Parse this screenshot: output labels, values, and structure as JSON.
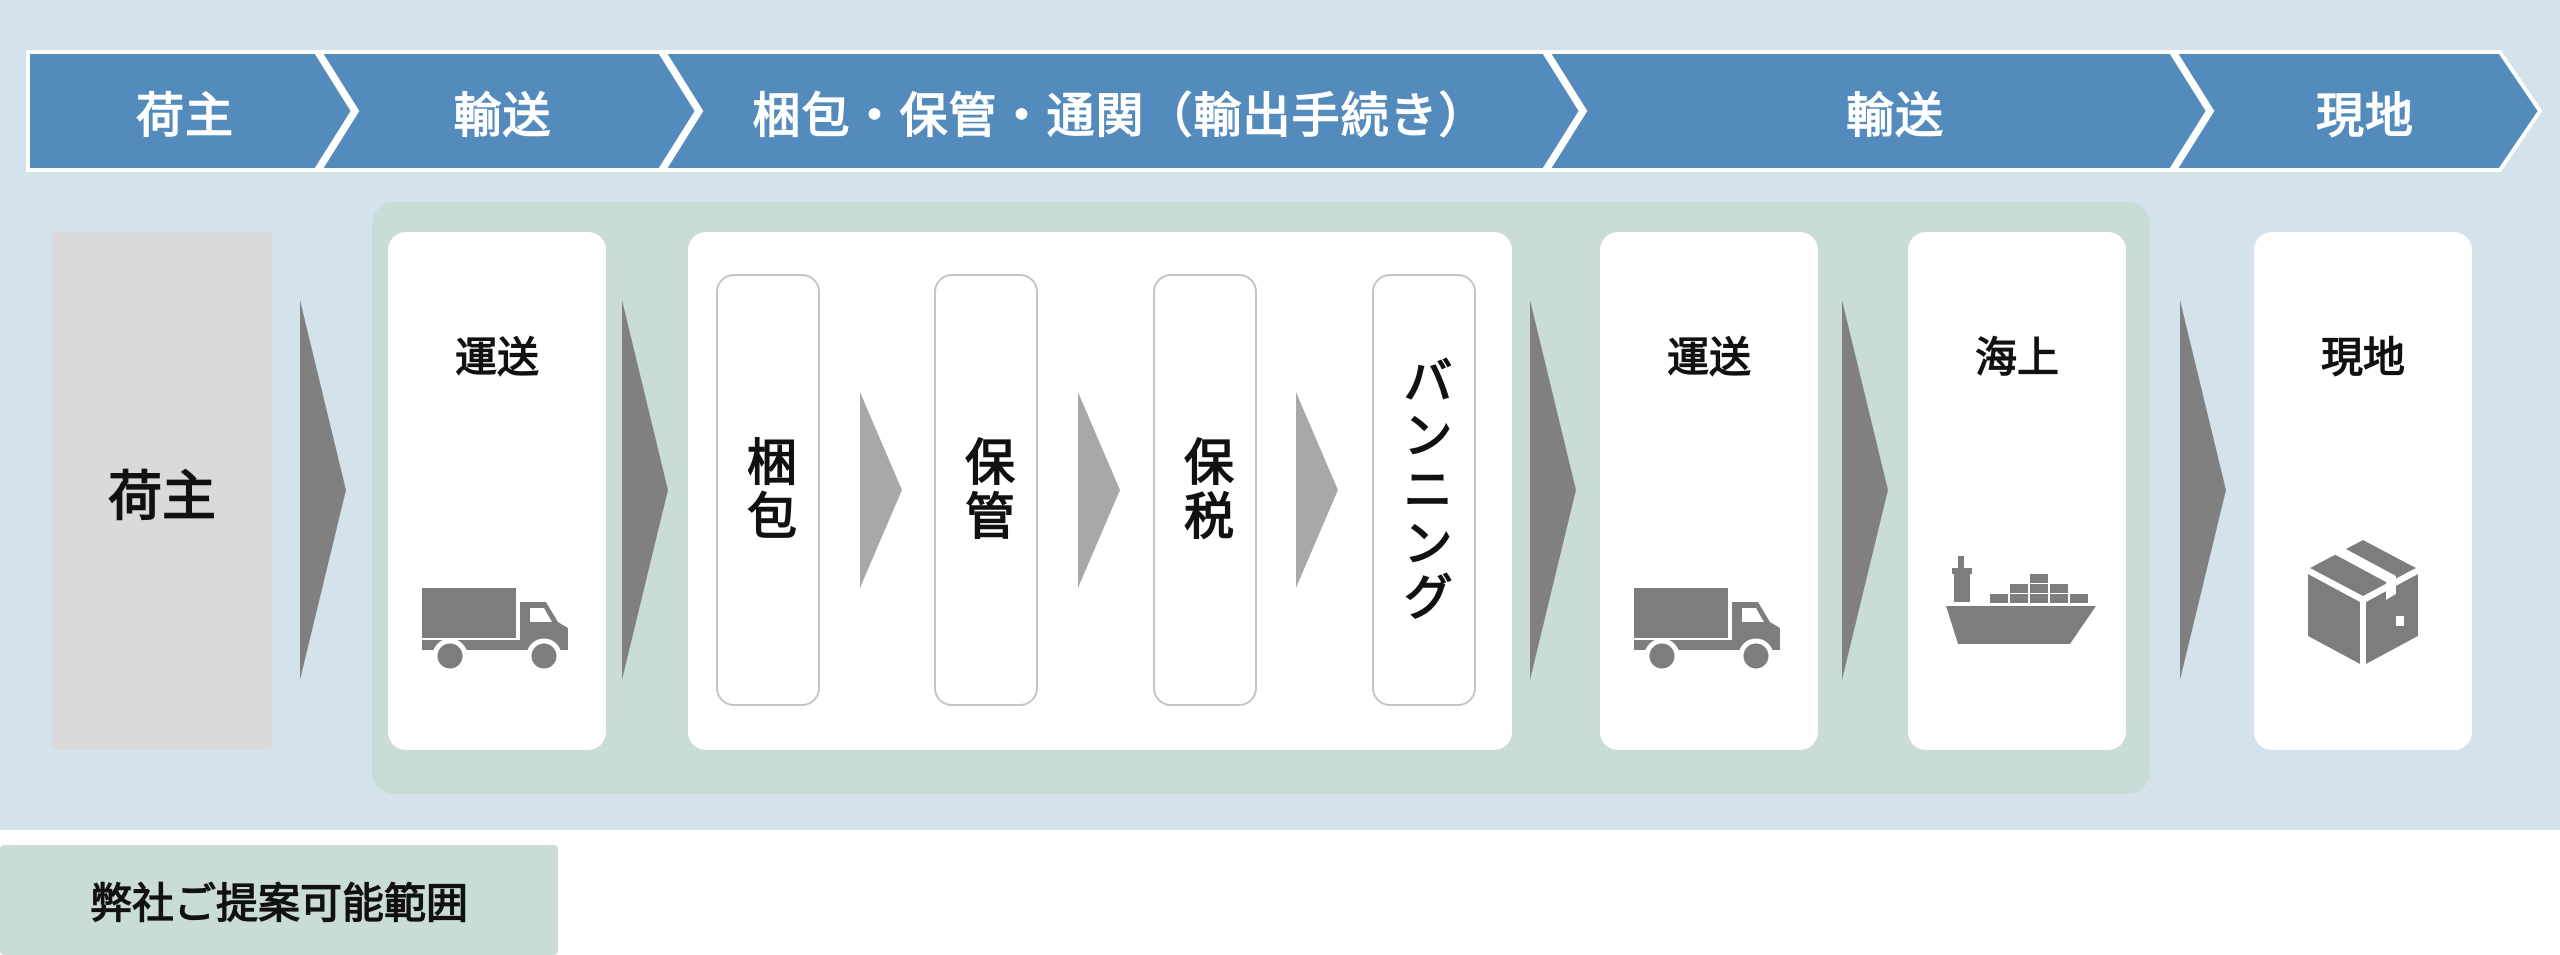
{
  "header": {
    "stages": [
      {
        "label": "荷主"
      },
      {
        "label": "輸送"
      },
      {
        "label": "梱包・保管・通関（輸出手続き）"
      },
      {
        "label": "輸送"
      },
      {
        "label": "現地"
      }
    ]
  },
  "flow": {
    "shipper": {
      "label": "荷主"
    },
    "transport1": {
      "label": "運送",
      "icon": "truck-icon"
    },
    "processing": {
      "steps": [
        {
          "label": "梱包"
        },
        {
          "label": "保管"
        },
        {
          "label": "保税"
        },
        {
          "label": "バンニング"
        }
      ]
    },
    "transport2": {
      "label": "運送",
      "icon": "truck-icon"
    },
    "sea": {
      "label": "海上",
      "icon": "cargo-ship-icon"
    },
    "destination": {
      "label": "現地",
      "icon": "package-box-icon"
    }
  },
  "legend": {
    "label": "弊社ご提案可能範囲"
  },
  "colors": {
    "header_blue": "#548bbd",
    "background": "#d4e2ec",
    "scope_green": "#c9dcd7",
    "arrow_dark": "#808080",
    "arrow_light": "#a8a8a8",
    "icon_gray": "#7d7d7d"
  }
}
